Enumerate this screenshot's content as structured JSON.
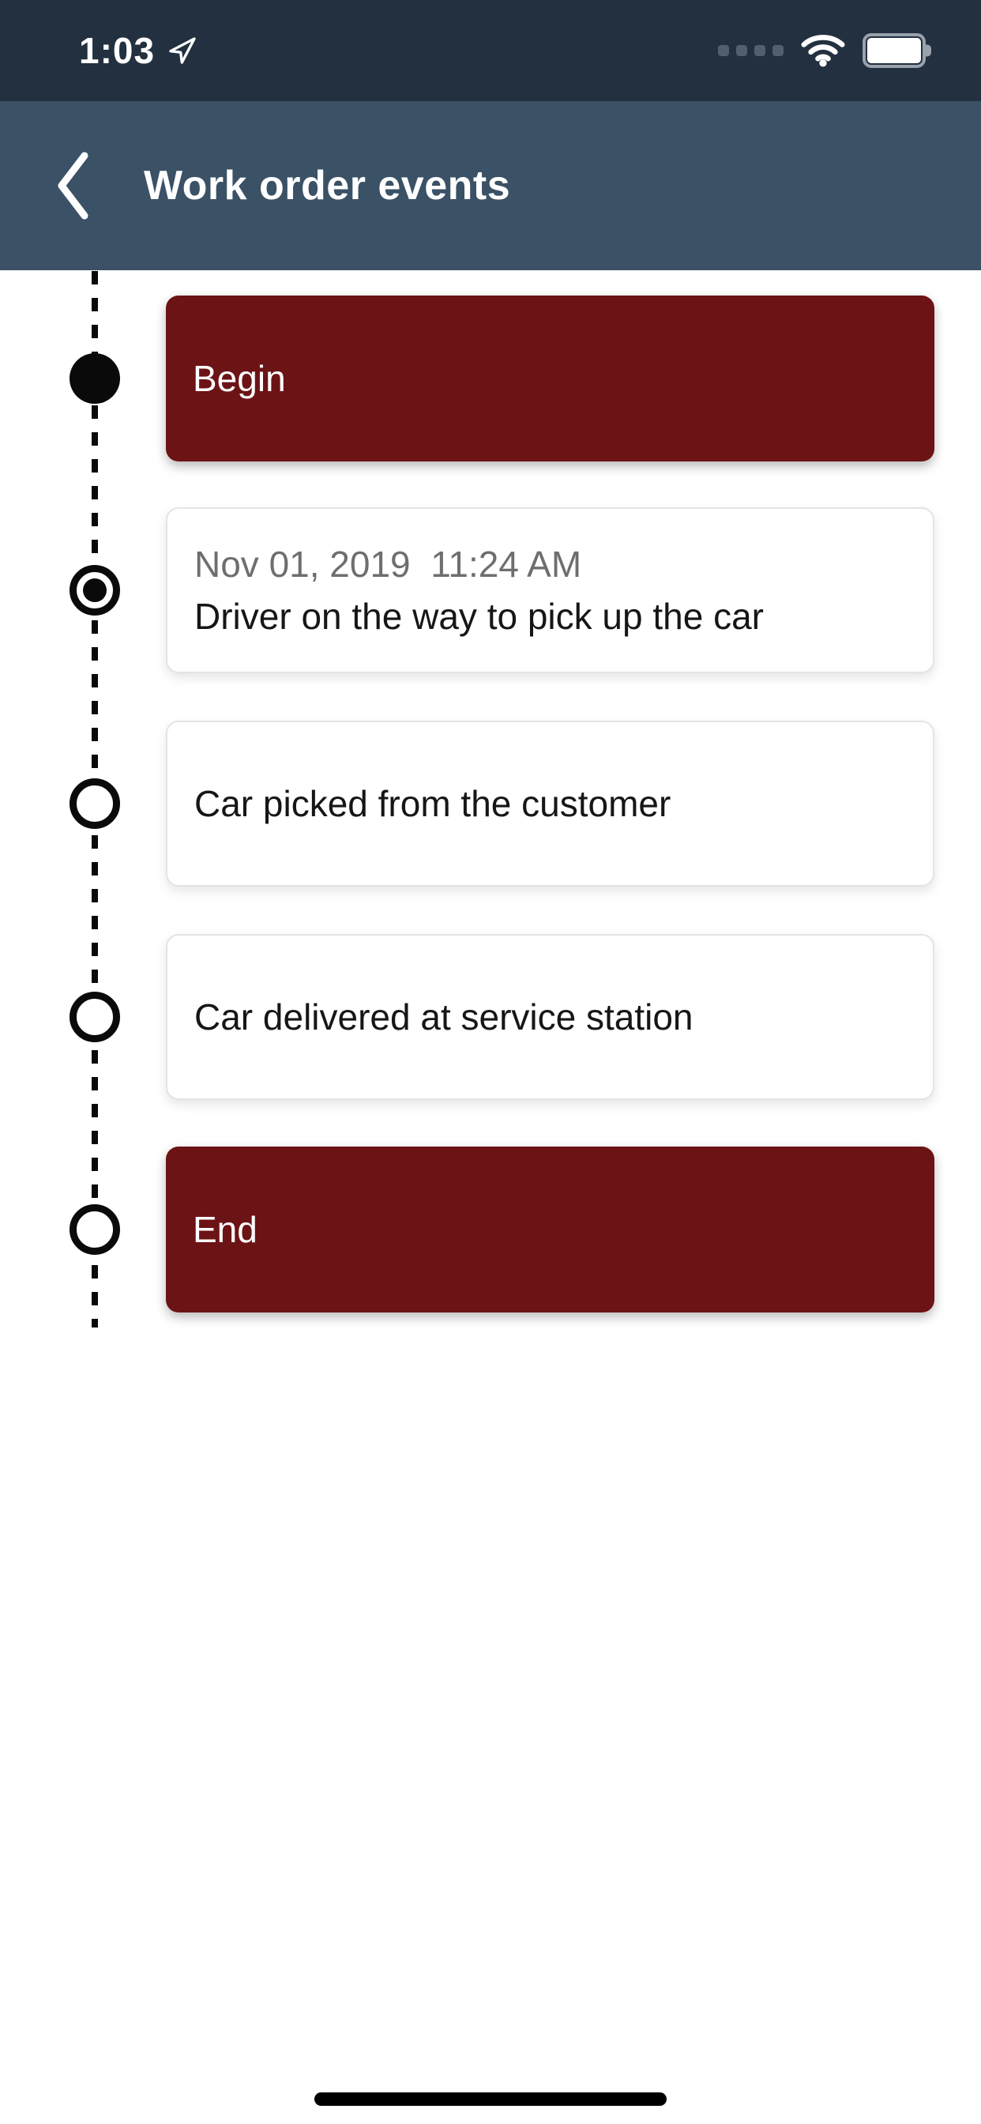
{
  "status_bar": {
    "time": "1:03",
    "icons": {
      "location": "navigation-arrow-outline",
      "cellular": "four-signal-dots",
      "wifi": "wifi-arcs",
      "battery": "battery-full"
    }
  },
  "nav_bar": {
    "title": "Work order events",
    "back_icon": "chevron-left"
  },
  "timeline": {
    "events": [
      {
        "label": "Begin",
        "style": "accent",
        "marker": "filled"
      },
      {
        "timestamp": "Nov 01, 2019  11:24 AM",
        "label": "Driver on the way to pick up the car",
        "style": "plain",
        "marker": "ring-dot"
      },
      {
        "label": "Car picked from the customer",
        "style": "plain",
        "marker": "ring"
      },
      {
        "label": "Car delivered at service station",
        "style": "plain",
        "marker": "ring"
      },
      {
        "label": "End",
        "style": "accent",
        "marker": "ring"
      }
    ]
  },
  "colors": {
    "accent": "#6c1316",
    "status_bar_bg": "#223040",
    "nav_bg": "#3a5166",
    "timestamp_color": "#6e6e6e",
    "text_dark": "#161616",
    "marker_color": "#0a0a0a"
  }
}
